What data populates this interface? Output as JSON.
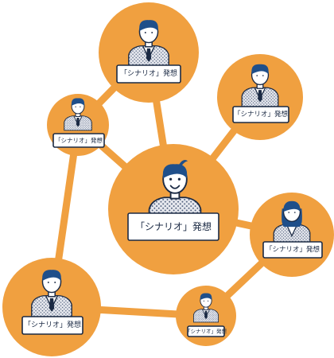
{
  "diagram": {
    "nodes": [
      {
        "id": "top",
        "label": "「シナリオ」発想"
      },
      {
        "id": "right-top",
        "label": "「シナリオ」発想"
      },
      {
        "id": "left-small",
        "label": "「シナリオ」発想"
      },
      {
        "id": "center",
        "label": "「シナリオ」発想"
      },
      {
        "id": "right-woman",
        "label": "「シナリオ」発想"
      },
      {
        "id": "bottom-left",
        "label": "「シナリオ」発想"
      },
      {
        "id": "bottom-small",
        "label": "「シナリオ」発想"
      }
    ],
    "edges": [
      [
        "top",
        "left-small"
      ],
      [
        "top",
        "center"
      ],
      [
        "left-small",
        "center"
      ],
      [
        "right-top",
        "center"
      ],
      [
        "center",
        "right-woman"
      ],
      [
        "left-small",
        "bottom-left"
      ],
      [
        "bottom-left",
        "bottom-small"
      ],
      [
        "bottom-small",
        "right-woman"
      ]
    ],
    "colors": {
      "node_fill": "#f0a040",
      "edge": "#f0a040",
      "outline": "#1b2a44",
      "hair": "#1f4f8a"
    }
  }
}
